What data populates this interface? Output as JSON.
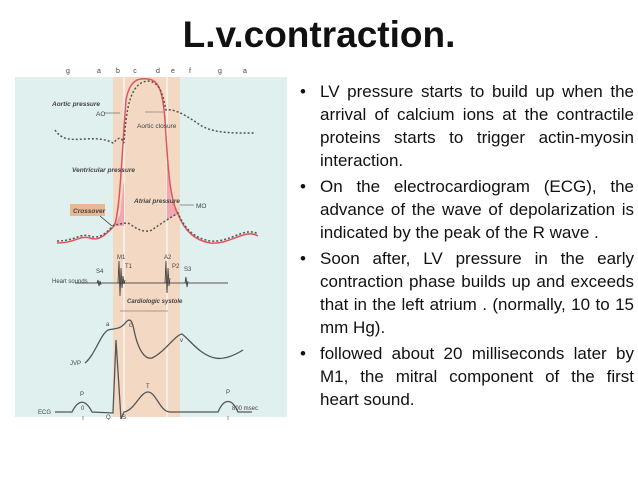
{
  "title": "L.v.contraction.",
  "bullets": [
    "LV pressure starts to build up when the arrival of calcium ions at the contractile proteins starts to trigger actin-myosin interaction.",
    "On the electrocardiogram (ECG), the advance of the wave of depolarization is indicated by the peak of the R wave .",
    "Soon after, LV pressure in the early contraction phase  builds up and exceeds  that in the left atrium . (normally, 10 to 15 mm Hg).",
    "followed about 20 milliseconds later by M1, the mitral component of the first heart sound."
  ],
  "diagram": {
    "phases": [
      "g",
      "a",
      "b",
      "c",
      "d",
      "e",
      "f",
      "g",
      "a"
    ],
    "aortic_pressure": "Aortic pressure",
    "ao": "AO",
    "aortic_closure": "Aortic closure",
    "ventricular_pressure": "Ventricular pressure",
    "crossover": "Crossover",
    "atrial_pressure": "Atrial pressure",
    "mo": "MO",
    "heart_sounds": "Heart sounds",
    "s4": "S4",
    "m1": "M1",
    "t1": "T1",
    "a2": "A2",
    "p2": "P2",
    "s3": "S3",
    "cardiologic_systole": "Cardiologic systole",
    "jvp": "JVP",
    "a": "a",
    "c": "c",
    "v": "v",
    "ecg": "ECG",
    "p": "P",
    "q": "Q",
    "s": "S",
    "t": "T",
    "time_start": "0",
    "time_end": "800 msec",
    "colors": {
      "background": "#dff0ee",
      "systole_band": "#f3d9c4",
      "ventricular": "#e0555a",
      "fill": "#f2a6b0",
      "trace": "#555555"
    }
  }
}
